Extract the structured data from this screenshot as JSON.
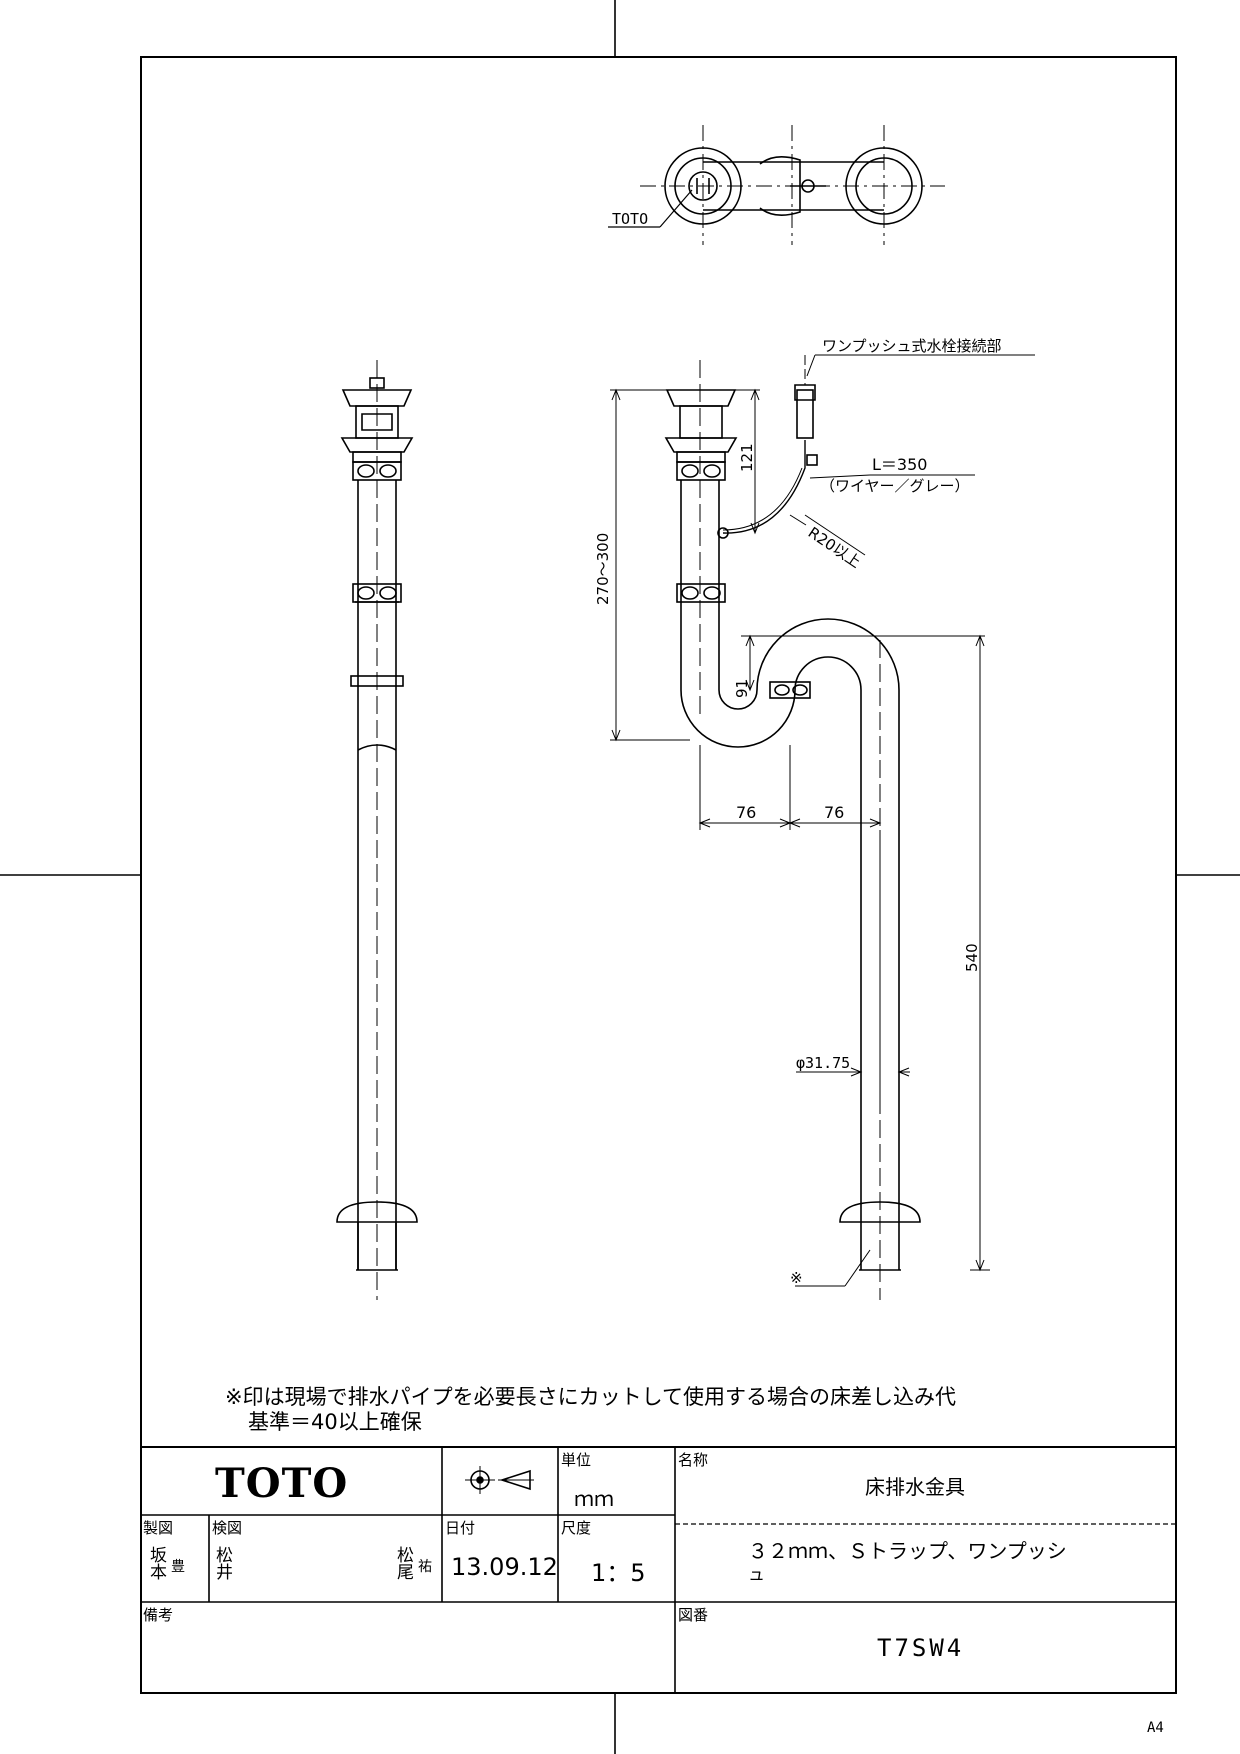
{
  "brand": "TOTO",
  "callouts": {
    "top_view_label": "TOTO",
    "valve_connection": "ワンプッシュ式水栓接続部",
    "wire_length": "L＝350",
    "wire_type": "（ワイヤー／グレー）",
    "bend_radius": "R20以上",
    "pipe_dia": "φ31.75",
    "cut_mark": "※"
  },
  "dimensions": {
    "top_range": "270～300",
    "to_tee": "121",
    "trap_rise": "91",
    "offset_1": "76",
    "offset_2": "76",
    "drop": "540"
  },
  "note": {
    "line1": "※印は現場で排水パイプを必要長さにカットして使用する場合の床差し込み代",
    "line2": "基準＝40以上確保"
  },
  "title_block": {
    "unit_label": "単位",
    "unit_value": "ｍｍ",
    "name_label": "名称",
    "name_value": "床排水金具",
    "drawn_label": "製図",
    "checked_label": "検図",
    "date_label": "日付",
    "date_value": "13.09.12",
    "scale_label": "尺度",
    "scale_value": "1：5",
    "desc_line1": "３２ｍｍ、Ｓトラップ、ワンプッシ",
    "desc_line2": "ュ",
    "remarks_label": "備考",
    "drawing_no_label": "図番",
    "drawing_no_value": "T7SW4",
    "drafter_stamp_1": "坂本",
    "drafter_stamp_2": "豊",
    "checker_stamp_1": "松井",
    "checker_stamp_2": "松尾",
    "checker_stamp_3": "祐"
  },
  "sheet_size": "A4"
}
